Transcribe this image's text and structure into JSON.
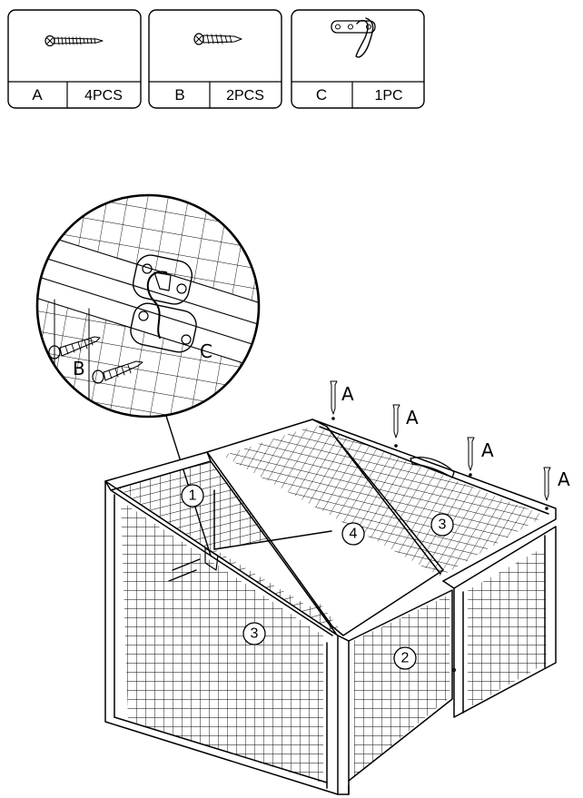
{
  "parts": [
    {
      "letter": "A",
      "qty": "4PCS",
      "icon": "screw-long-icon"
    },
    {
      "letter": "B",
      "qty": "2PCS",
      "icon": "screw-short-icon"
    },
    {
      "letter": "C",
      "qty": "1PC",
      "icon": "hasp-latch-icon"
    }
  ],
  "callouts": {
    "screw_a": "A",
    "screw_b": "B",
    "hasp_c": "C"
  },
  "panel_numbers": {
    "zoom": "1",
    "divider": "4",
    "lid": "3",
    "front": "3",
    "side": "2"
  },
  "colors": {
    "line": "#000000",
    "background": "#ffffff"
  }
}
